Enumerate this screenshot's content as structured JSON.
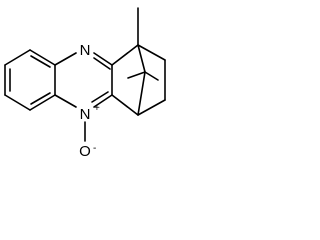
{
  "molecule": {
    "atoms": {
      "n_top": "N",
      "n_bottom": "N",
      "n_bottom_charge": "+",
      "oxygen": "O",
      "oxygen_charge": "-"
    }
  }
}
